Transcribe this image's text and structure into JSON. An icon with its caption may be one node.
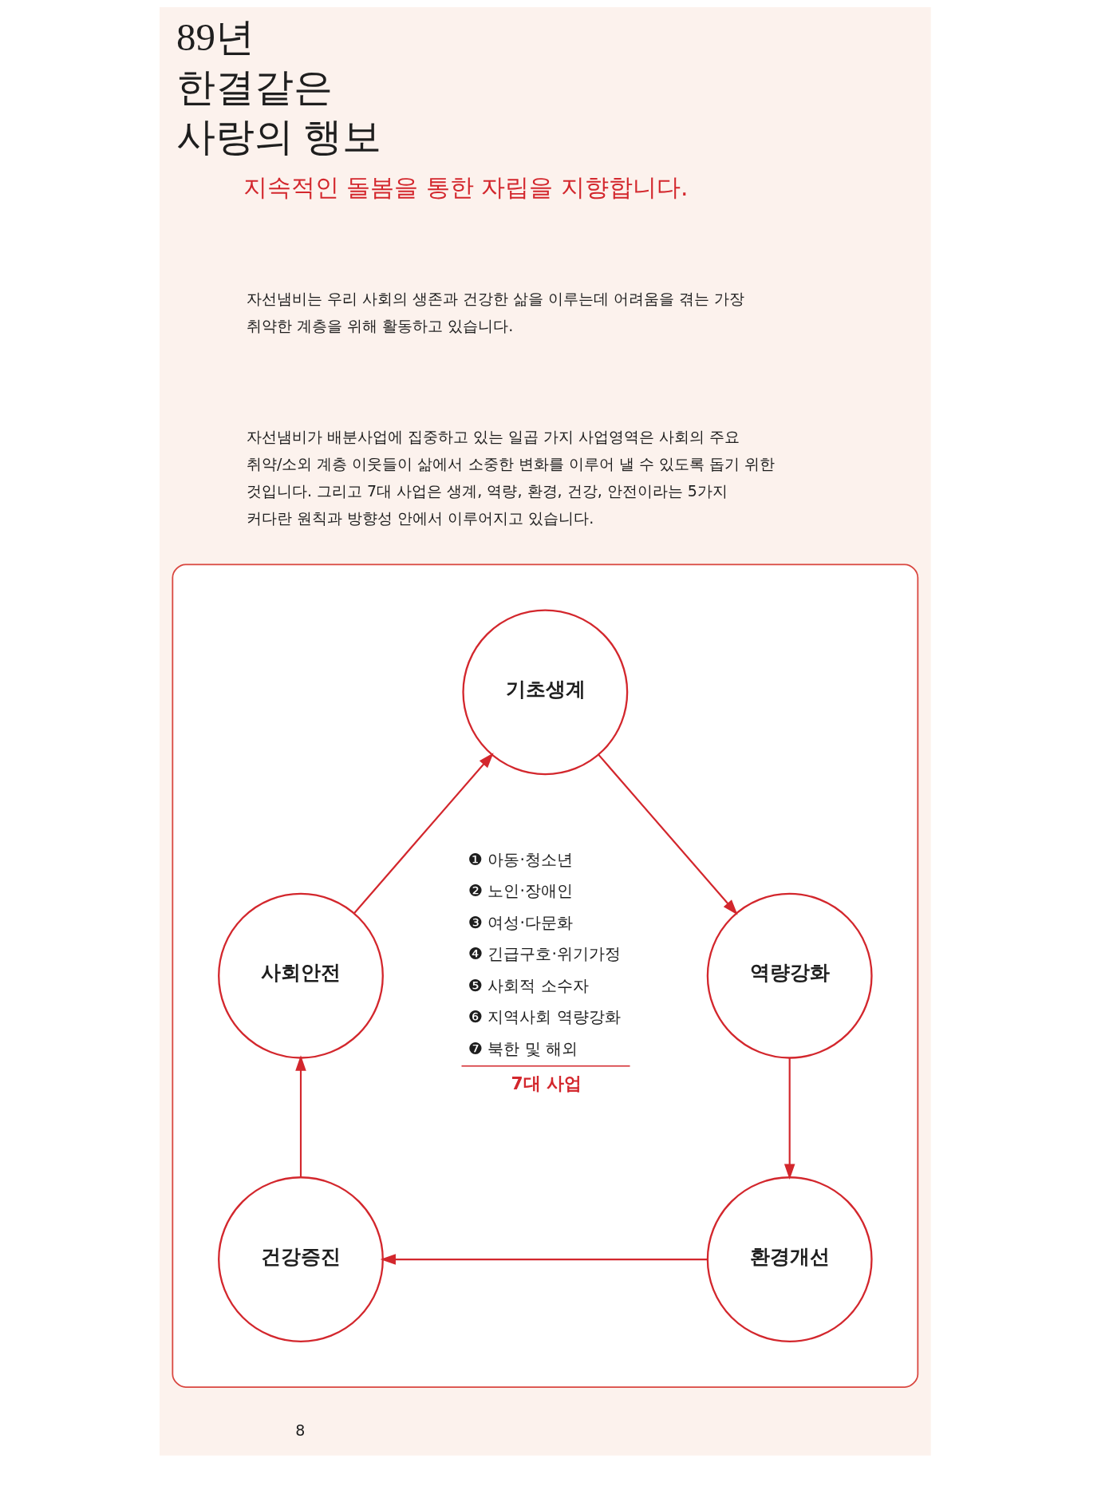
{
  "diagram": {
    "title": "89년 한결같은 사랑의 행보",
    "nodes": [
      {
        "text": [],
        "shape": "box"
      },
      {
        "text": [
          "기초생계"
        ],
        "in": 0
      },
      {
        "text": [
          "사회안전"
        ],
        "in": 0
      },
      {
        "text": [
          "역량강화"
        ],
        "in": 0
      },
      {
        "text": [
          "건강증진"
        ],
        "in": 0
      },
      {
        "text": [
          "환경개선"
        ],
        "in": 0
      }
    ],
    "edges": [
      {
        "from": 1,
        "to": 3,
        "arrow": "to"
      },
      {
        "from": 3,
        "to": 5,
        "arrow": "to"
      },
      {
        "from": 5,
        "to": 4,
        "arrow": "to"
      },
      {
        "from": 4,
        "to": 2,
        "arrow": "to"
      },
      {
        "from": 2,
        "to": 1,
        "arrow": "to"
      }
    ],
    "labels": [
      "지속적인 돌봄을 통한 자립을 지향합니다.",
      "자선냄비는 우리 사회의 생존과 건강한 삶을 이루는데 어려움을 겪는 가장 취약한 계층을 위해 활동하고 있습니다.",
      "자선냄비가 배분사업에 집중하고 있는 일곱 가지 사업영역은 사회의 주요 취약/소외 계층 이웃들이 삶에서 소중한 변화를 이루어 낼 수 있도록 돕기 위한 것입니다. 그리고 7대 사업은 생계, 역량, 환경, 건강, 안전이라는 5가지 커다란 원칙과 방향성 안에서 이루어지고 있습니다.",
      "❶ 아동·청소년",
      "❷ 노인·장애인",
      "❸ 여성·다문화",
      "❹ 긴급구호·위기가정",
      "❺ 사회적 소수자",
      "❻ 지역사회 역량강화",
      "❼ 북한 및 해외",
      "7대 사업",
      "8"
    ]
  }
}
